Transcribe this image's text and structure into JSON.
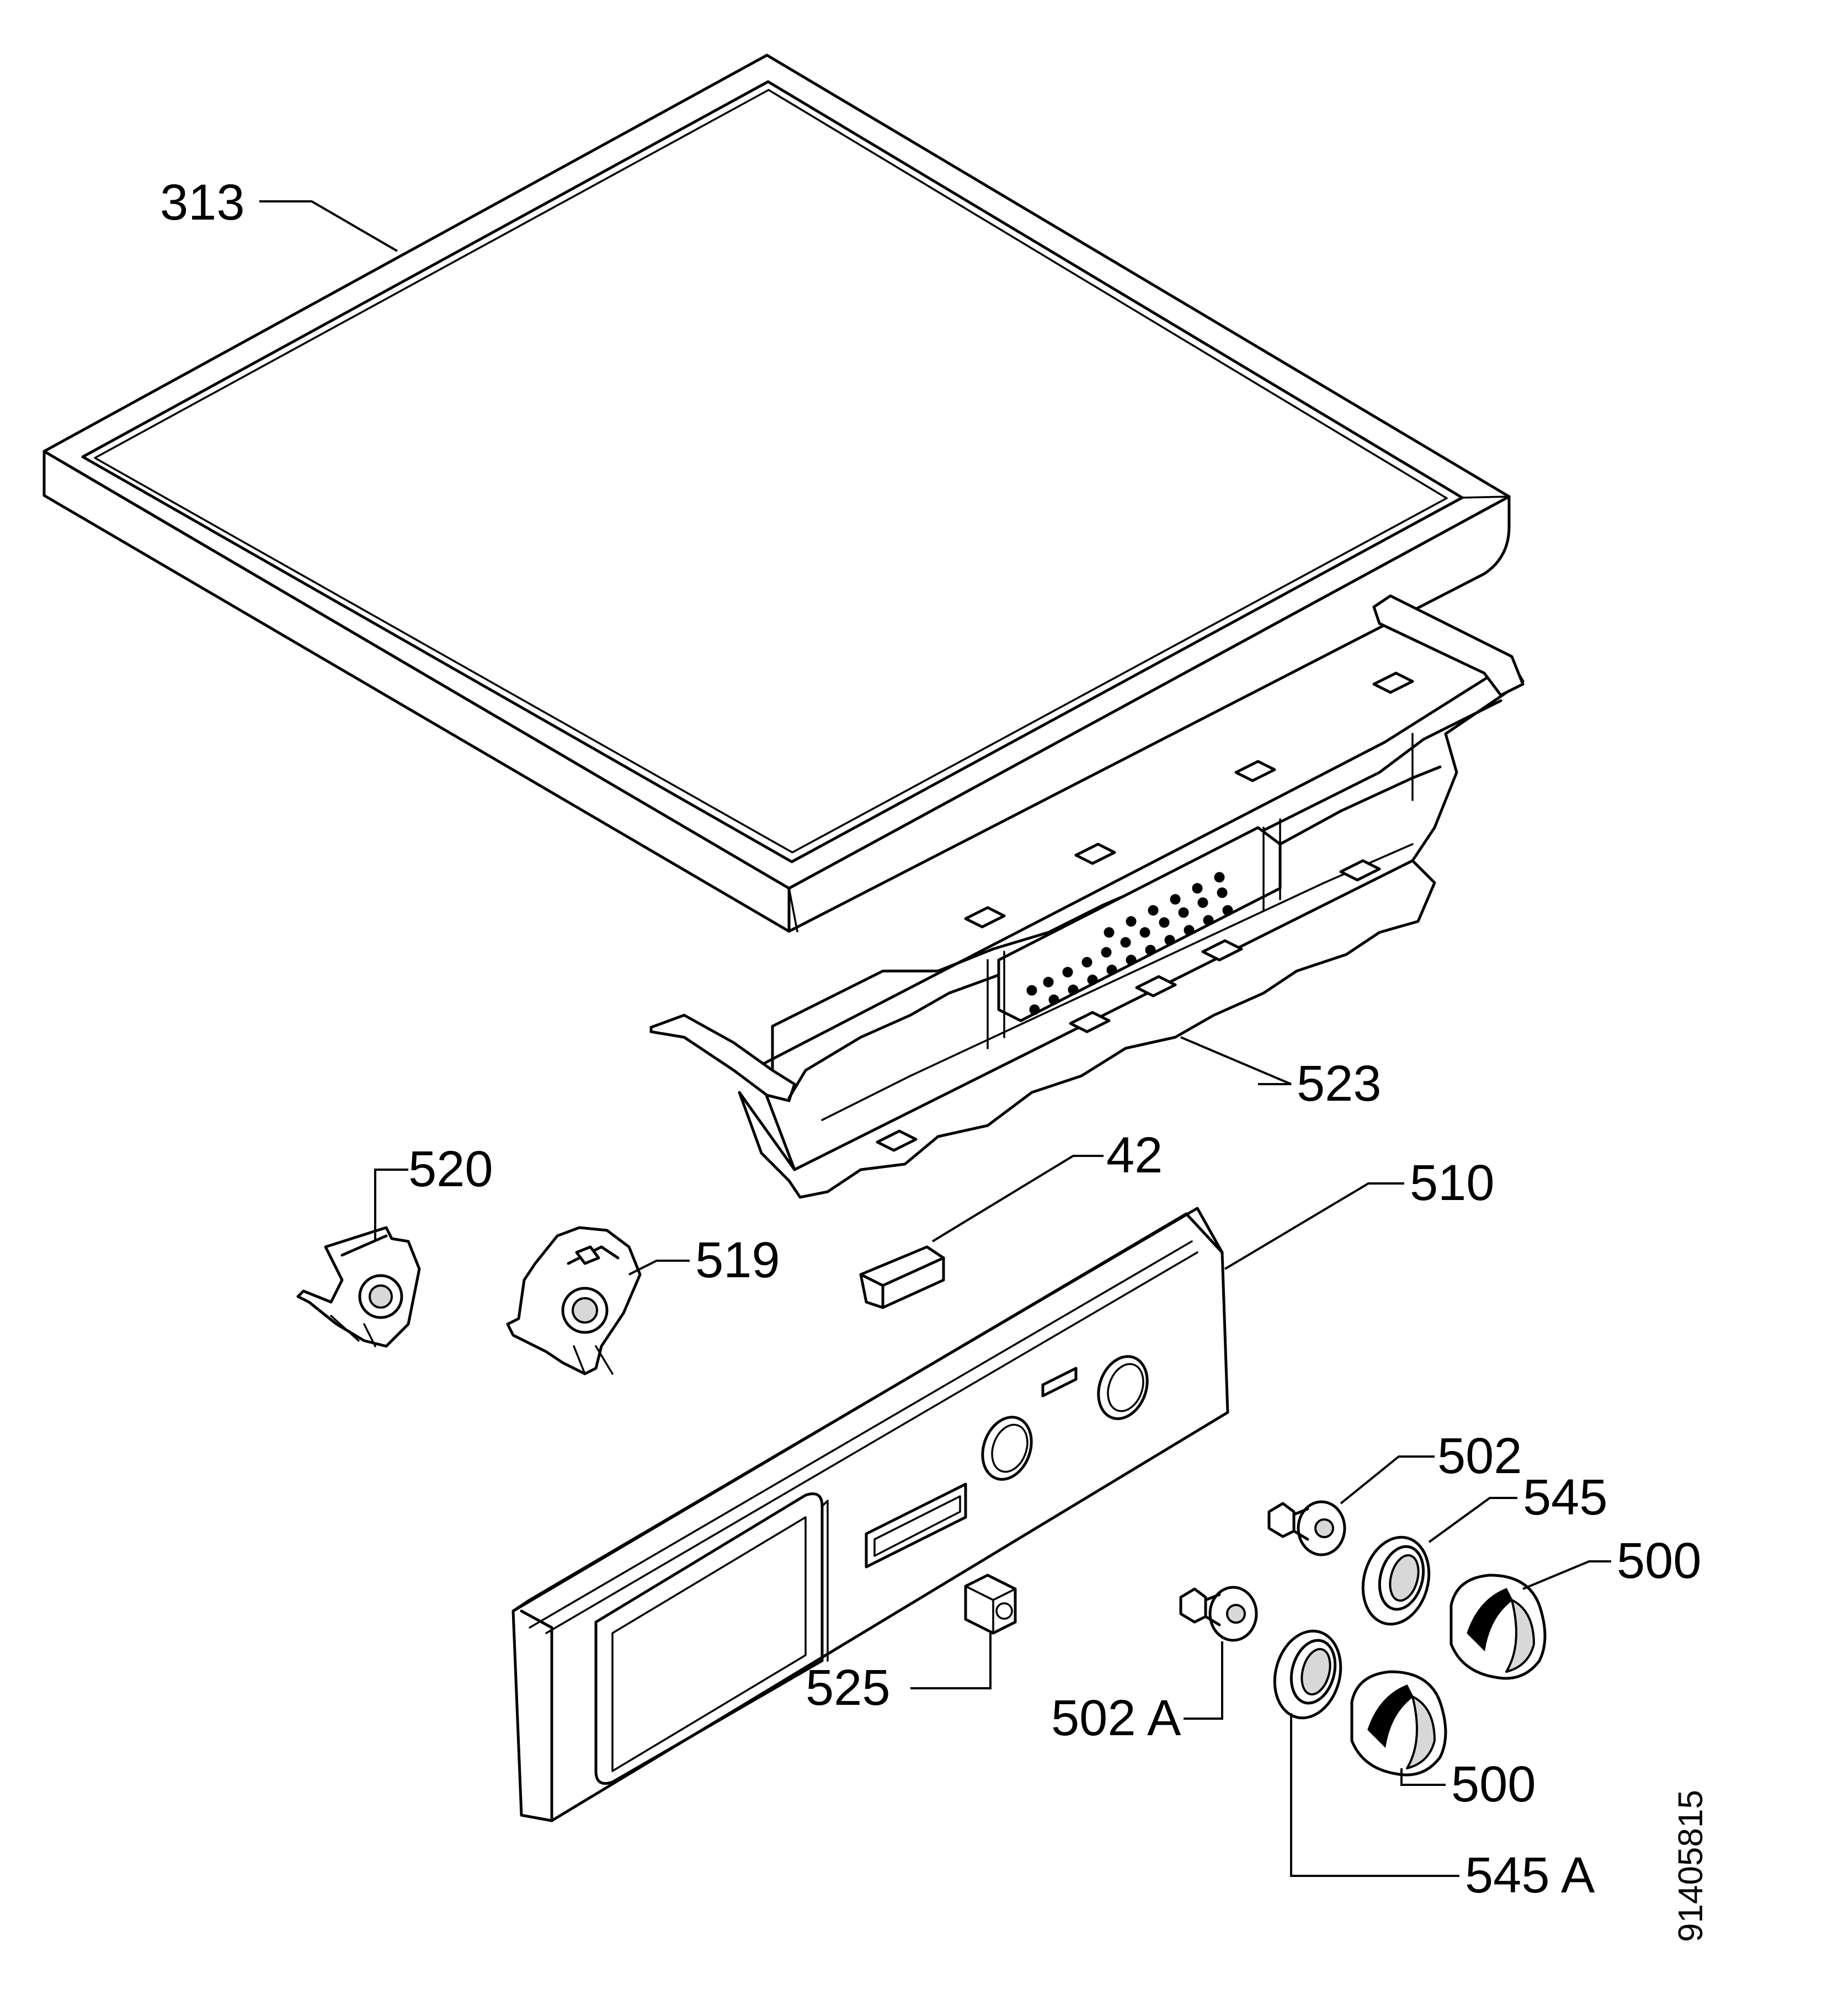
{
  "labels": {
    "p313": "313",
    "p523": "523",
    "p520": "520",
    "p519": "519",
    "p42": "42",
    "p510": "510",
    "p502": "502",
    "p545": "545",
    "p500a": "500",
    "p525": "525",
    "p502a": "502 A",
    "p500b": "500",
    "p545a": "545 A"
  },
  "drawing_id": "91405815"
}
